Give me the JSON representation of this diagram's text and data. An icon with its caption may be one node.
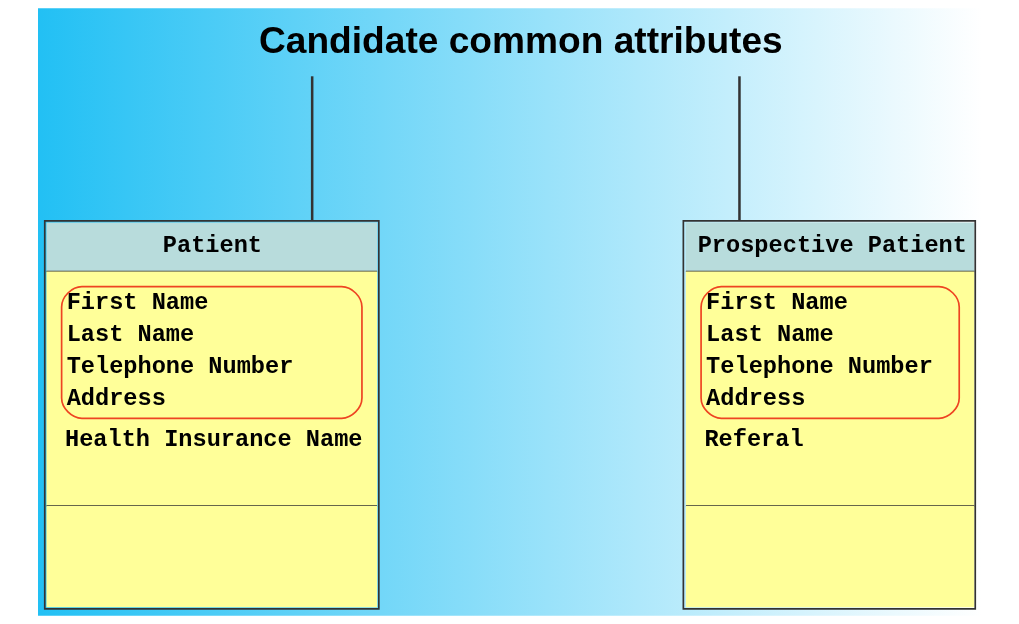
{
  "diagram": {
    "nodes": [
      {
        "text": [
          "Candidate common attributes"
        ]
      },
      {
        "text": [
          "Patient",
          "First Name",
          "Last Name",
          "Telephone Number",
          "Address",
          "Health Insurance Name"
        ]
      },
      {
        "text": [
          "Prospective Patient",
          "First Name",
          "Last Name",
          "Telephone Number",
          "Address",
          "Referal"
        ]
      }
    ],
    "edges": [
      {
        "from": 0,
        "to": 1,
        "arrow": "none"
      },
      {
        "from": 0,
        "to": 2,
        "arrow": "none"
      }
    ]
  }
}
